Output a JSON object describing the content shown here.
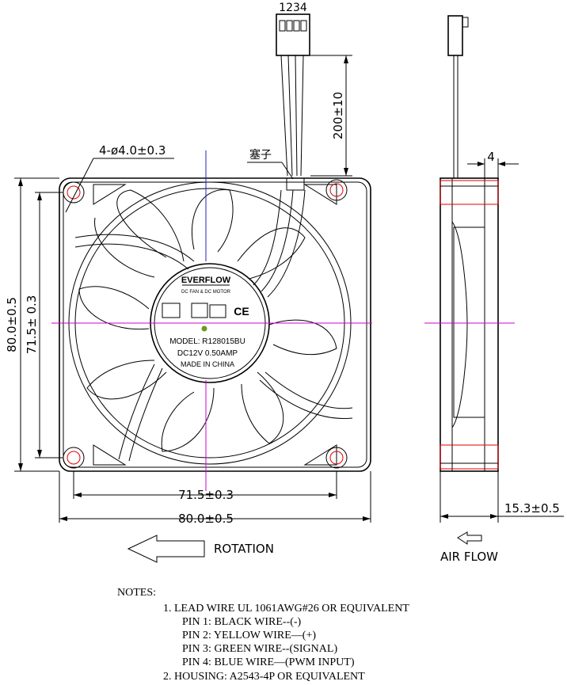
{
  "connector": {
    "pins_label": "1234"
  },
  "dims": {
    "lead_length": "200±10",
    "holes": "4-ø4.0±0.3",
    "plug_label": "塞子",
    "height_outer": "80.0±0.5",
    "height_holes": "71.5± 0.3",
    "width_holes": "71.5±0.3",
    "width_outer": "80.0±0.5",
    "side_offset": "4",
    "depth": "15.3±0.5"
  },
  "hub": {
    "brand": "EVERFLOW",
    "tagline": "DC FAN & DC MOTOR",
    "model": "MODEL: R128015BU",
    "rating": "DC12V  0.50AMP",
    "origin": "MADE IN CHINA",
    "ce": "CE"
  },
  "labels": {
    "rotation": "ROTATION",
    "air_flow": "AIR  FLOW"
  },
  "notes": {
    "title": "NOTES:",
    "lines": [
      "1. LEAD WIRE UL 1061AWG#26 OR EQUIVALENT",
      "PIN 1: BLACK WIRE--(-)",
      "PIN 2: YELLOW WIRE—(+)",
      "PIN 3: GREEN WIRE--(SIGNAL)",
      "PIN 4: BLUE  WIRE—(PWM INPUT)",
      "2. HOUSING: A2543-4P OR EQUIVALENT"
    ]
  },
  "colors": {
    "centerline": "#d000d0",
    "axis": "#2020c0",
    "highlight": "#e00000"
  }
}
